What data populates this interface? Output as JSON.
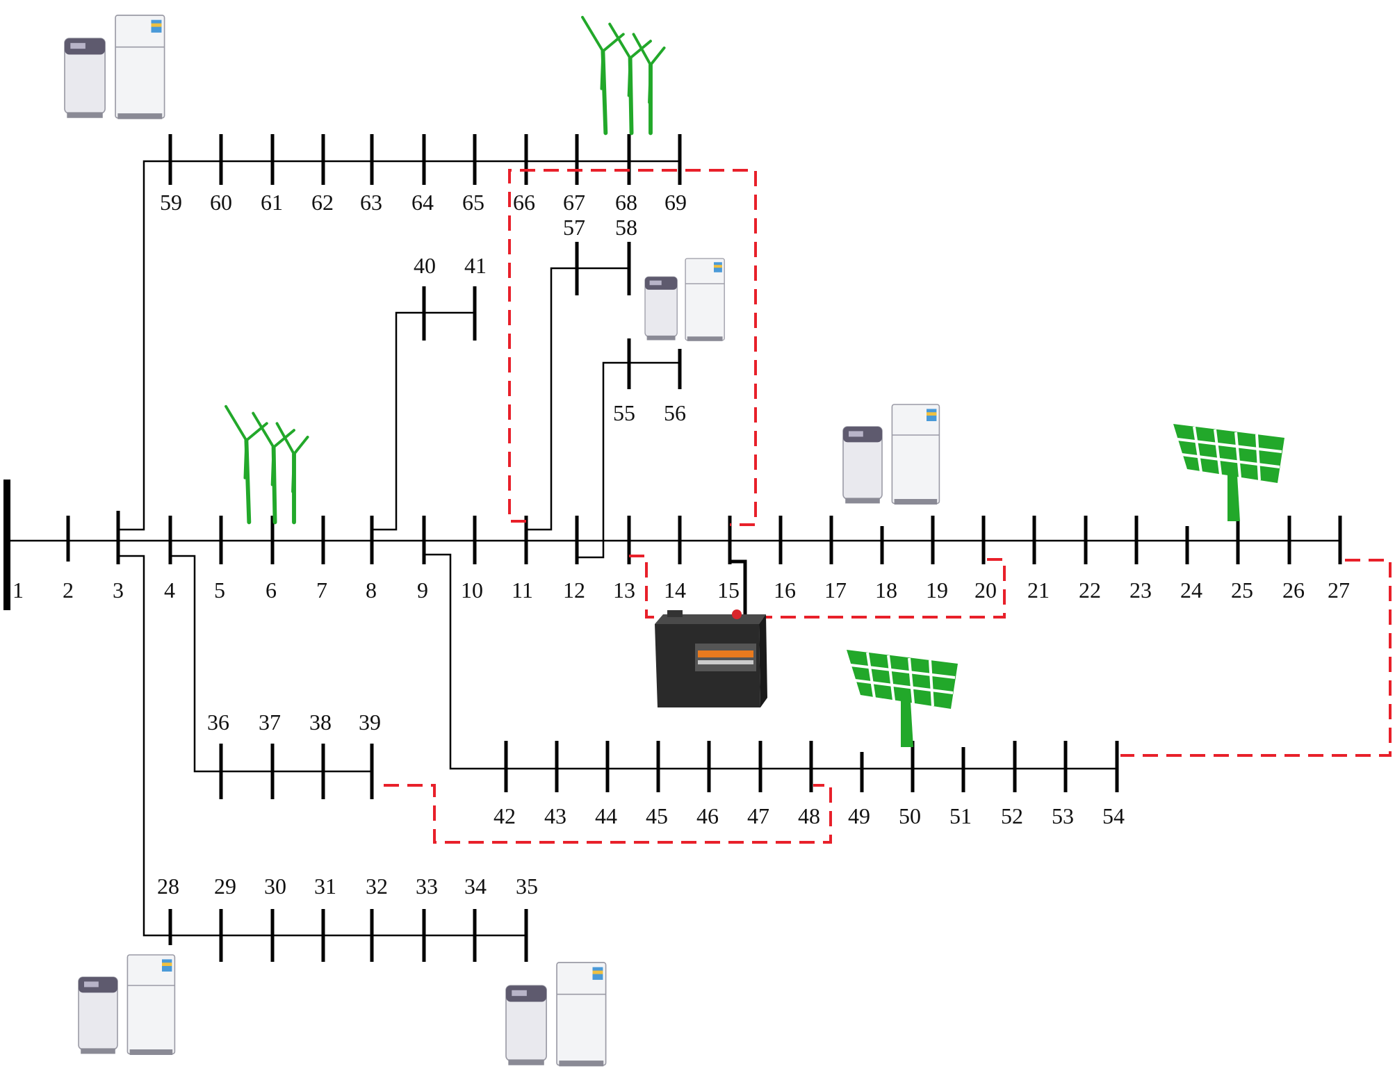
{
  "buses": [
    "1",
    "2",
    "3",
    "4",
    "5",
    "6",
    "7",
    "8",
    "9",
    "10",
    "11",
    "12",
    "13",
    "14",
    "15",
    "16",
    "17",
    "18",
    "19",
    "20",
    "21",
    "22",
    "23",
    "24",
    "25",
    "26",
    "27",
    "28",
    "29",
    "30",
    "31",
    "32",
    "33",
    "34",
    "35",
    "36",
    "37",
    "38",
    "39",
    "40",
    "41",
    "42",
    "43",
    "44",
    "45",
    "46",
    "47",
    "48",
    "49",
    "50",
    "51",
    "52",
    "53",
    "54",
    "55",
    "56",
    "57",
    "58",
    "59",
    "60",
    "61",
    "62",
    "63",
    "64",
    "65",
    "66",
    "67",
    "68",
    "69"
  ],
  "colors": {
    "line": "#000000",
    "tie_switch": "#e8202a",
    "renewable": "#22a82a",
    "battery": "#222222"
  },
  "icons": [
    "wind-turbine-icon",
    "solar-panel-icon",
    "battery-storage-icon",
    "washing-machine-icon",
    "refrigerator-icon"
  ]
}
